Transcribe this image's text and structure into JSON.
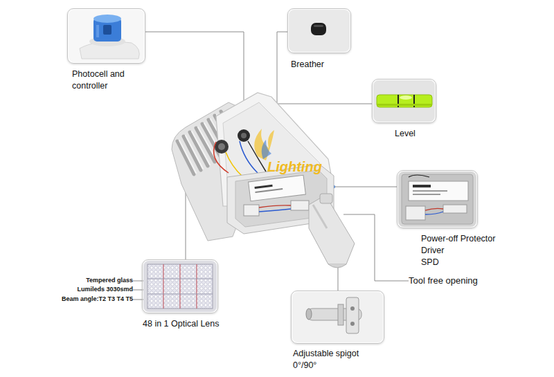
{
  "diagram": {
    "nodes": [
      {
        "text": [
          "Photocell and controller"
        ]
      },
      {
        "text": [
          "Breather"
        ]
      },
      {
        "text": [
          "Level"
        ]
      },
      {
        "text": [
          "Power-off Protector",
          "Driver",
          "SPD"
        ]
      },
      {
        "text": [
          "48 in 1 Optical Lens"
        ]
      },
      {
        "text": [
          "Adjustable spigot",
          "0°/90°"
        ]
      }
    ],
    "labels": [
      "Tempered glass",
      "Lumileds 3030smd",
      "Beam angle:T2 T3 T4 T5",
      "Tool free opening",
      "Lighting"
    ]
  }
}
